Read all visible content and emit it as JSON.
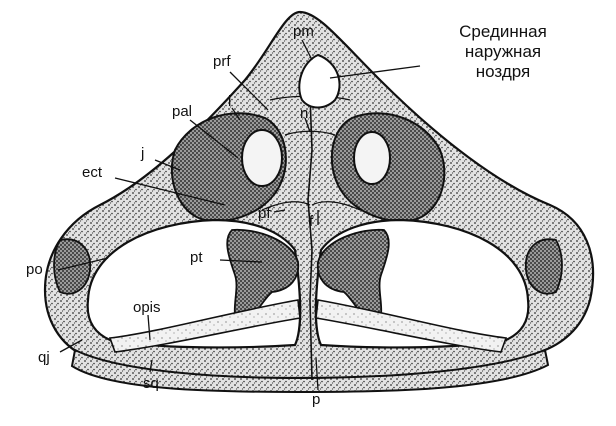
{
  "figure": {
    "labels": {
      "pm": "pm",
      "prf": "prf",
      "pal": "pal",
      "l": "l",
      "n": "n",
      "j": "j",
      "ect": "ect",
      "pf": "pf",
      "f": "f",
      "po": "po",
      "pt": "pt",
      "opis": "opis",
      "qj": "qj",
      "sq": "sq",
      "p": "p"
    },
    "callout": {
      "line1": "Срединная",
      "line2": "наружная",
      "line3": "ноздря"
    }
  },
  "colors": {
    "ink": "#111111",
    "bone": "#d9d9d9",
    "shade": "#3a3a3a",
    "background": "#ffffff"
  }
}
